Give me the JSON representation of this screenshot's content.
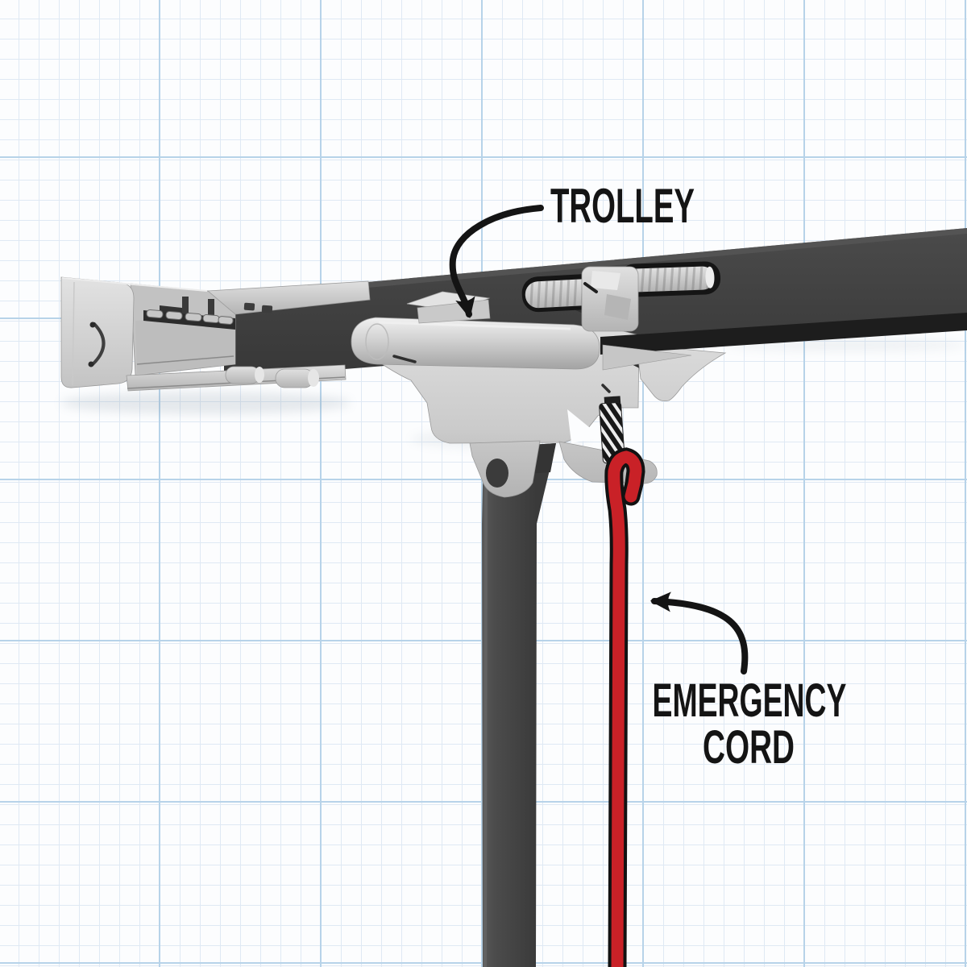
{
  "labels": {
    "trolley": "TROLLEY",
    "emergency_cord": [
      "EMERGENCY",
      "CORD"
    ]
  },
  "colors": {
    "paper": "#fcfdfe",
    "grid_minor": "#dfe9f4",
    "grid_major": "#b7d3e9",
    "rail_steel": "#414141",
    "metal_light": "#d2d2d2",
    "cord_red": "#c92127",
    "cord_outline": "#121212",
    "ink": "#141414"
  }
}
